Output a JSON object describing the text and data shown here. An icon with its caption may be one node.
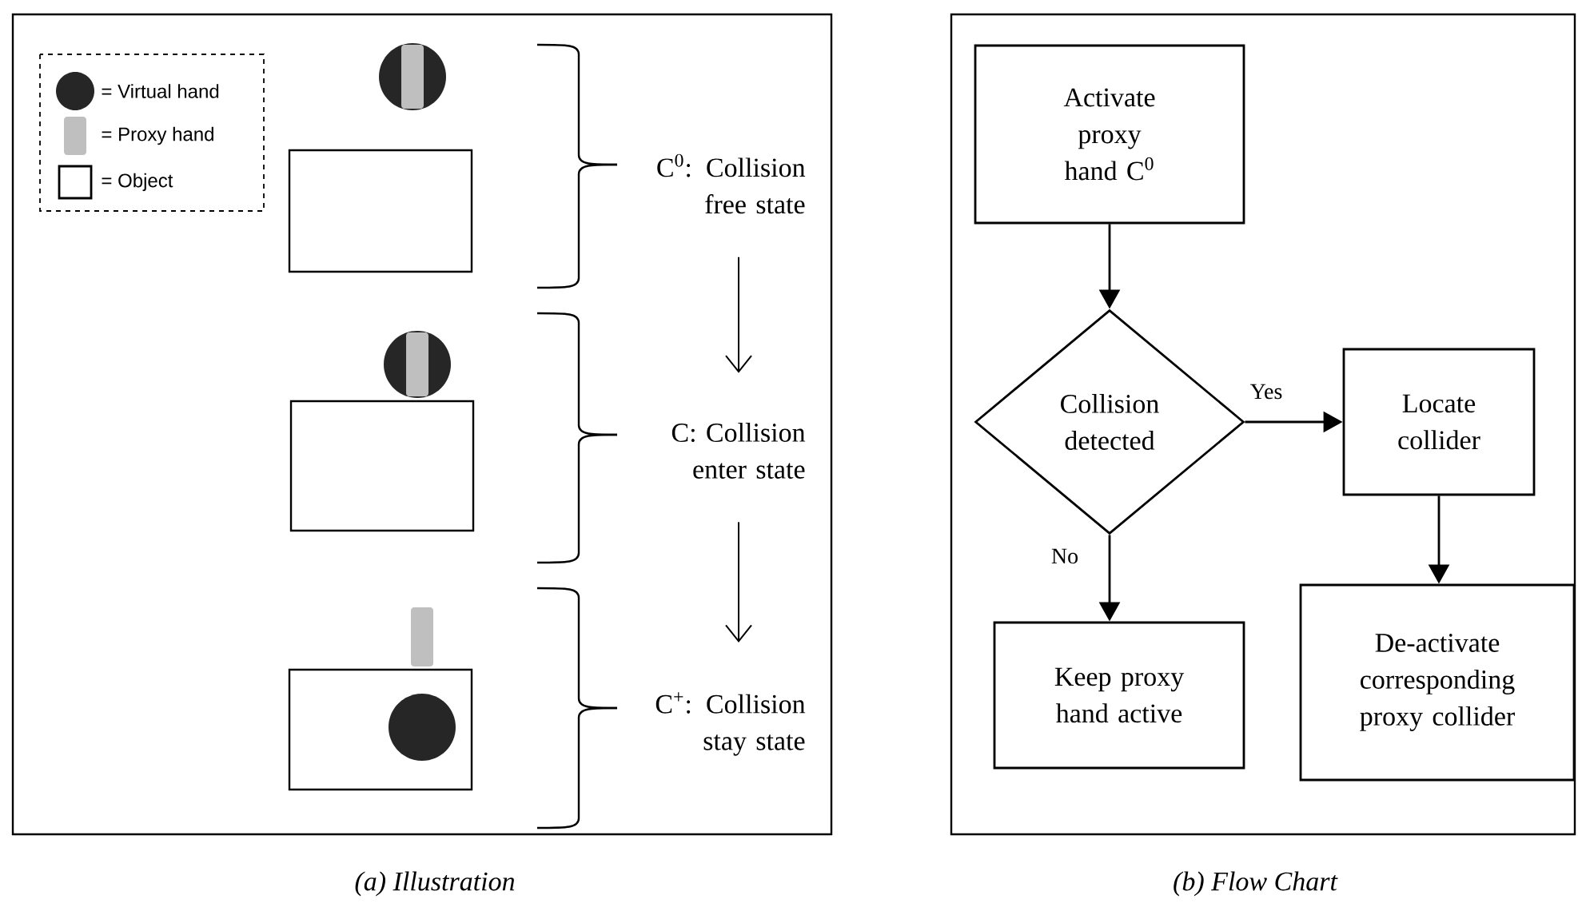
{
  "diagram": {
    "nodes": [
      {
        "text": [
          "C$^{0}$: Collision free state"
        ]
      },
      {
        "text": [
          "C: Collision enter state"
        ]
      },
      {
        "text": [
          "C$^{+}$: Collision stay state"
        ]
      },
      {
        "text": [
          "Activate proxy hand C$^{0}$"
        ]
      },
      {
        "text": [
          "Collision detected"
        ]
      },
      {
        "text": [
          "Locate collider"
        ]
      },
      {
        "text": [
          "Keep proxy hand active"
        ]
      },
      {
        "text": [
          "De-activate corresponding proxy collider"
        ]
      }
    ],
    "edges": [
      {
        "from": 0,
        "to": 1,
        "arrow": "to"
      },
      {
        "from": 1,
        "to": 2,
        "arrow": "to"
      },
      {
        "from": 3,
        "to": 4,
        "arrow": "to"
      },
      {
        "from": 4,
        "to": 5,
        "arrow": "to",
        "label": "Yes"
      },
      {
        "from": 4,
        "to": 6,
        "arrow": "to",
        "label": "No"
      },
      {
        "from": 5,
        "to": 7,
        "arrow": "to"
      }
    ],
    "labels": [
      "(a) Illustration",
      "(b) Flow Chart"
    ],
    "legend": [
      {
        "text": "= Virtual hand"
      },
      {
        "text": "= Proxy hand"
      },
      {
        "text": "= Object"
      }
    ]
  }
}
